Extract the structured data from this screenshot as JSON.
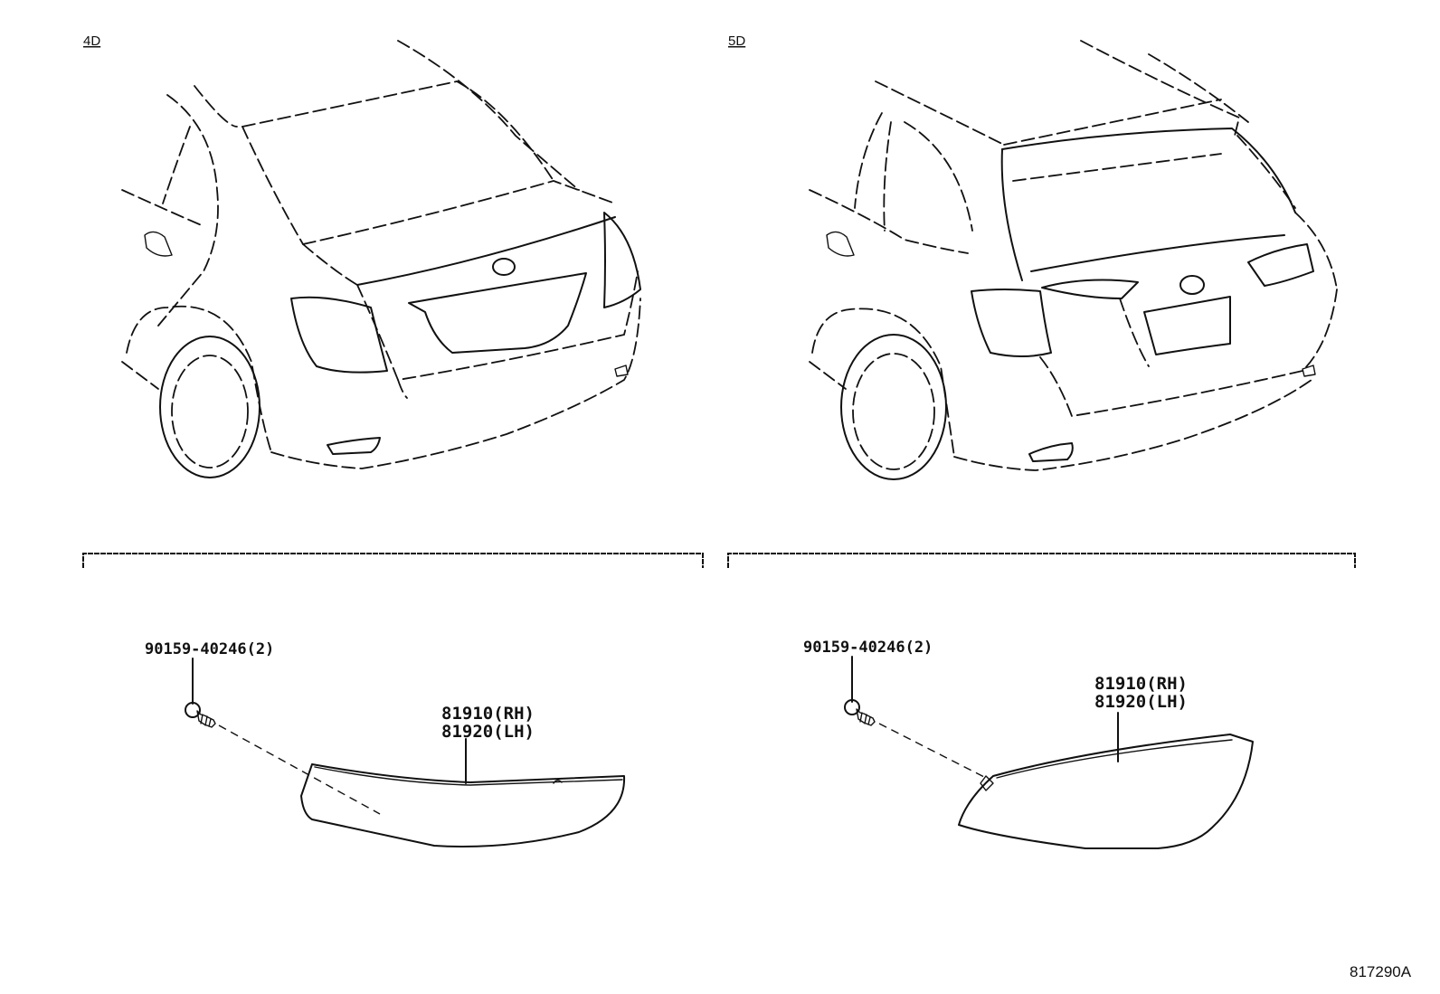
{
  "variants": {
    "sedan": "4D",
    "wagon": "5D"
  },
  "sedan_parts": {
    "bolt": "90159-40246(2)",
    "reflector_rh": "81910(RH)",
    "reflector_lh": "81920(LH)"
  },
  "wagon_parts": {
    "bolt": "90159-40246(2)",
    "reflector_rh": "81910(RH)",
    "reflector_lh": "81920(LH)"
  },
  "diagram_code": "817290A",
  "colors": {
    "line": "#111111",
    "background": "#ffffff"
  }
}
